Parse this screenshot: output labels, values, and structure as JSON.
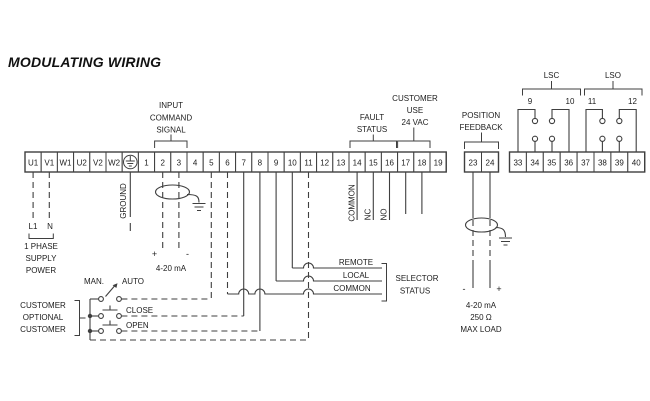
{
  "title": "MODULATING WIRING",
  "strips": {
    "main": [
      "U1",
      "V1",
      "W1",
      "U2",
      "V2",
      "W2",
      "",
      "1",
      "2",
      "3",
      "4",
      "5",
      "6",
      "7",
      "8",
      "9",
      "10",
      "11",
      "12",
      "13",
      "14",
      "15",
      "16",
      "17",
      "18",
      "19"
    ],
    "feedback": [
      "23",
      "24"
    ],
    "limit": [
      "33",
      "34",
      "35",
      "36",
      "37",
      "38",
      "39",
      "40"
    ]
  },
  "annotations": {
    "input_command_signal": [
      "INPUT",
      "COMMAND",
      "SIGNAL"
    ],
    "fault_status": [
      "FAULT",
      "STATUS"
    ],
    "customer_use": [
      "CUSTOMER",
      "USE",
      "24 VAC"
    ],
    "position_feedback": [
      "POSITION",
      "FEEDBACK"
    ],
    "lsc": "LSC",
    "lso": "LSO",
    "limit_switch_ids": [
      "9",
      "10",
      "11",
      "12"
    ],
    "ground": "GROUND",
    "supply": {
      "l1": "L1",
      "n": "N",
      "lines": [
        "1 PHASE",
        "SUPPLY",
        "POWER"
      ]
    },
    "input_signal": {
      "plus": "+",
      "minus": "-",
      "range": "4-20 mA"
    },
    "fault_contacts": {
      "common": "COMMON",
      "nc": "NC",
      "no": "NO"
    },
    "switches": {
      "man": "MAN.",
      "auto": "AUTO",
      "close": "CLOSE",
      "open": "OPEN"
    },
    "customer_optional": [
      "CUSTOMER",
      "OPTIONAL",
      "CUSTOMER"
    ],
    "selector": {
      "remote": "REMOTE",
      "local": "LOCAL",
      "common": "COMMON",
      "label": [
        "SELECTOR",
        "STATUS"
      ]
    },
    "feedback_signal": {
      "minus": "-",
      "plus": "+",
      "lines": [
        "4-20 mA",
        "250 Ω",
        "MAX LOAD"
      ]
    }
  },
  "colors": {
    "line": "#3f3f3f",
    "text": "#1c1c1c",
    "background": "#ffffff"
  }
}
